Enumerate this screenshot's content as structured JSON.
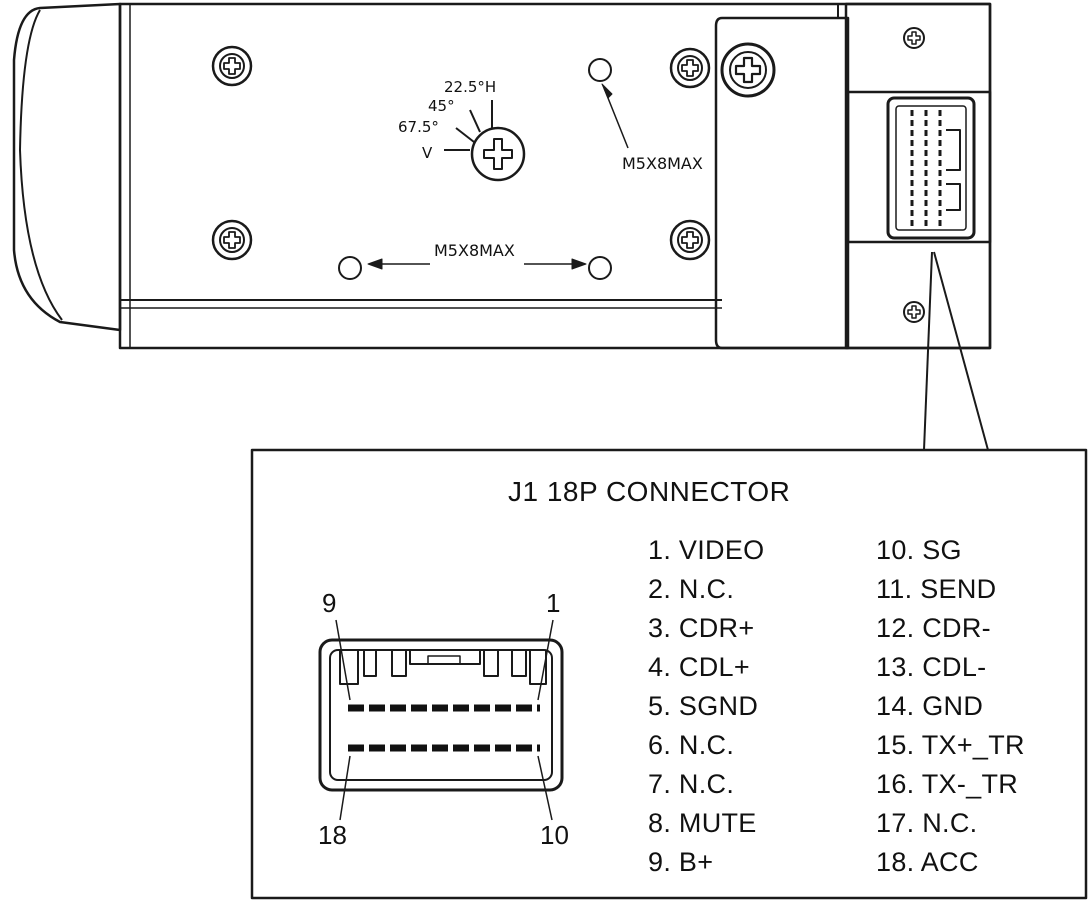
{
  "angles": {
    "a22": "22.5°H",
    "a45": "45°",
    "a67": "67.5°",
    "v": "V"
  },
  "screw_spec_right": "M5X8MAX",
  "screw_spec_bottom": "M5X8MAX",
  "connector": {
    "title": "J1  18P CONNECTOR",
    "corner_pins": {
      "top_left": "9",
      "top_right": "1",
      "bottom_left": "18",
      "bottom_right": "10"
    },
    "pins_left": [
      "1. VIDEO",
      "2. N.C.",
      "3. CDR+",
      "4. CDL+",
      "5. SGND",
      "6. N.C.",
      "7. N.C.",
      "8. MUTE",
      "9. B+"
    ],
    "pins_right": [
      "10. SG",
      "11. SEND",
      "12. CDR-",
      "13. CDL-",
      "14. GND",
      "15. TX+_TR",
      "16. TX-_TR",
      "17. N.C.",
      "18. ACC"
    ]
  }
}
